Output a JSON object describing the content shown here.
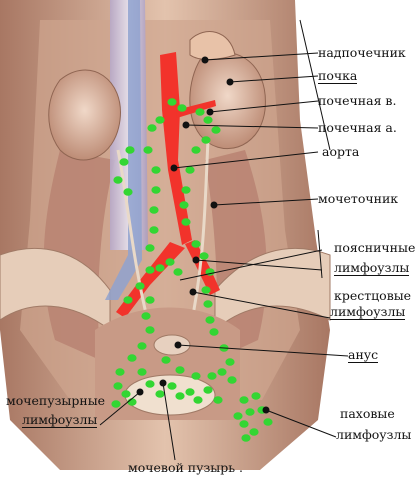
{
  "labels": {
    "adrenal": "надпочечник",
    "kidney": "почка",
    "renal_vein": "почечная в.",
    "renal_artery": "почечная а.",
    "aorta": "аорта",
    "ureter": "мочеточник",
    "lumbar_nodes_1": "поясничные",
    "lumbar_nodes_2": "лимфоузлы",
    "sacral_nodes_1": "крестцовые",
    "sacral_nodes_2": "лимфоузлы",
    "anus": "анус",
    "vesical_nodes_1": "мочепузырные",
    "vesical_nodes_2": "лимфоузлы",
    "inguinal_nodes_1": "паховые",
    "inguinal_nodes_2": "лимфоузлы",
    "bladder": "мочевой пузырь ."
  },
  "colors": {
    "lymph_node": "#33d633",
    "vessel": "#f2332b",
    "marker": "#111111",
    "tissue": "#d9b9a0",
    "muscle": "#c48a78"
  }
}
